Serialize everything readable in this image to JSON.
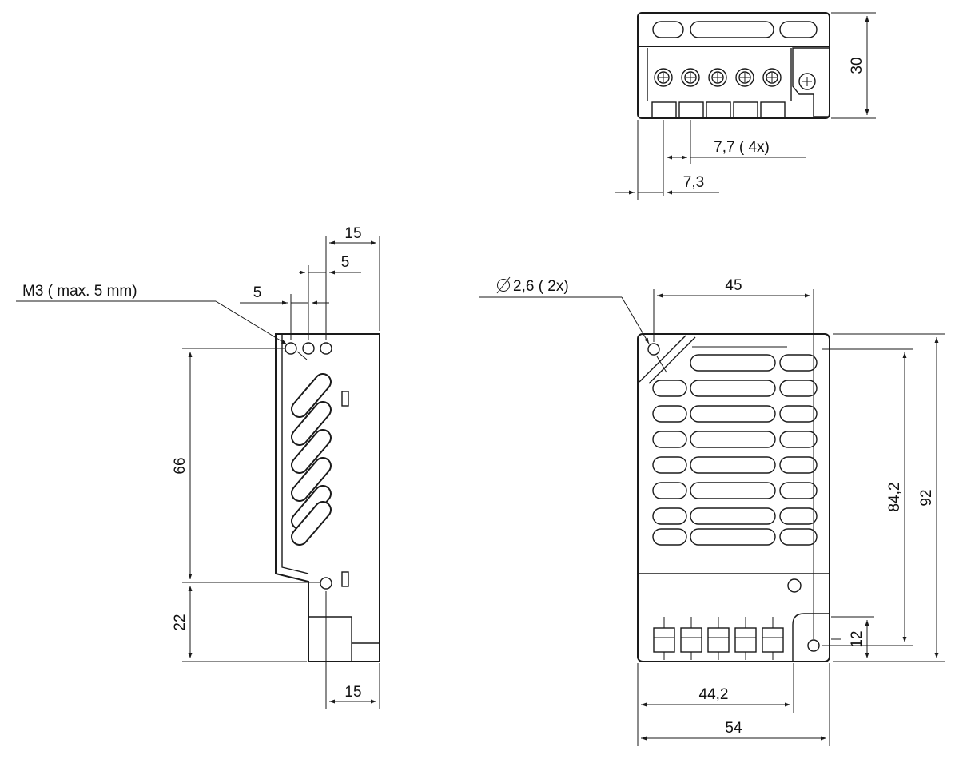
{
  "colors": {
    "line": "#1a1a1a",
    "background": "#ffffff"
  },
  "top_view": {
    "height": "30",
    "pitch": "7,7 ( 4x)",
    "offset": "7,3"
  },
  "side_view": {
    "screw_note": "M3  ( max. 5 mm)",
    "depth_top": "15",
    "hole_spacing_a": "5",
    "hole_spacing_b": "5",
    "hole_distance": "66",
    "lower_section": "22",
    "depth_bottom": "15"
  },
  "front_view": {
    "hole_note": "2,6 ( 2x)",
    "hole_note_symbol": "diameter-icon",
    "hole_width": "45",
    "height_holes": "84,2",
    "height_total": "92",
    "terminal_offset": "12",
    "terminal_width": "44,2",
    "width_total": "54"
  }
}
